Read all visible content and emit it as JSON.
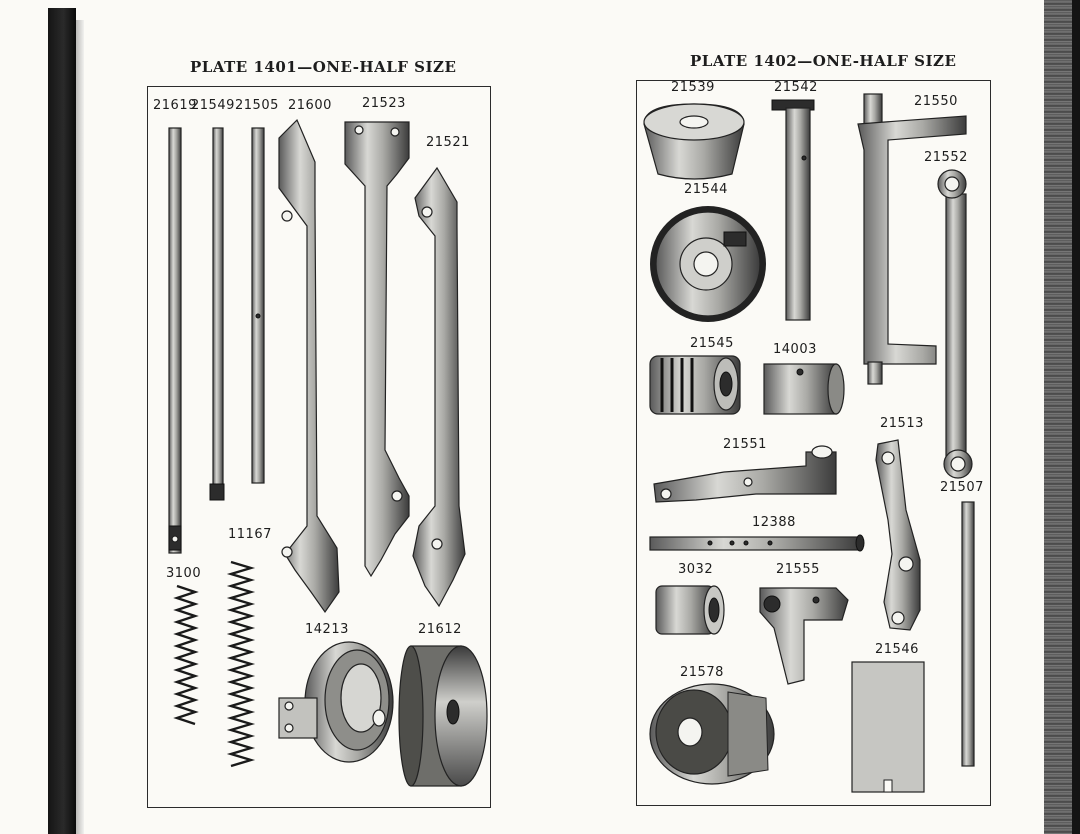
{
  "left_plate": {
    "title": "PLATE 1401—ONE-HALF SIZE",
    "labels": [
      "21619",
      "21549",
      "21505",
      "21600",
      "21523",
      "21521",
      "11167",
      "3100",
      "14213",
      "21612"
    ]
  },
  "right_plate": {
    "title": "PLATE 1402—ONE-HALF SIZE",
    "labels": [
      "21539",
      "21542",
      "21550",
      "21552",
      "21544",
      "21545",
      "14003",
      "21513",
      "21551",
      "21507",
      "12388",
      "3032",
      "21555",
      "21546",
      "21578"
    ]
  }
}
